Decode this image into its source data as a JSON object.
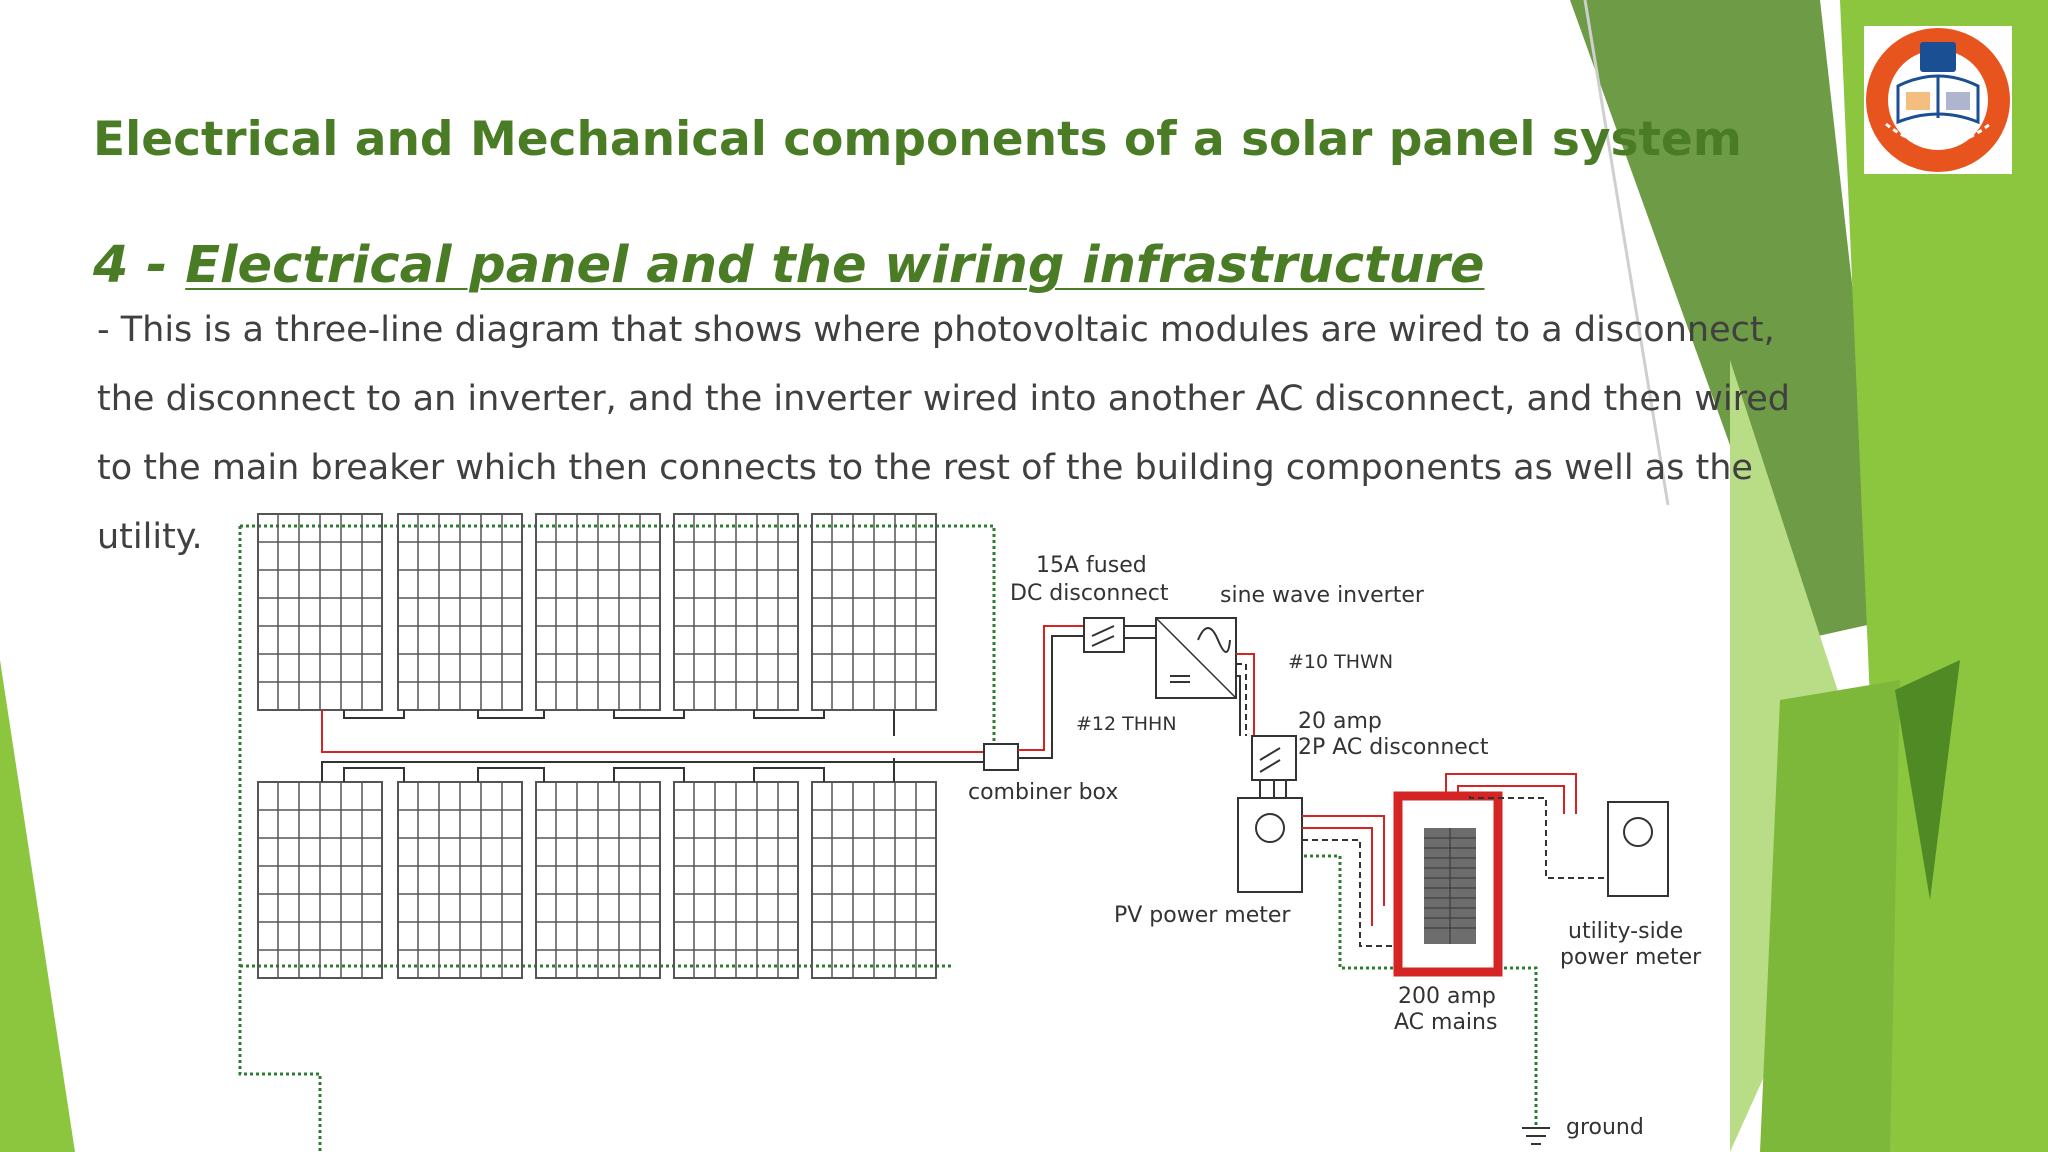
{
  "slide": {
    "title": "Electrical and Mechanical components of a solar panel system",
    "section_number": "4 -",
    "section_heading": "Electrical panel and the wiring infrastructure",
    "body_lines": [
      "- This is a three-line diagram that shows where photovoltaic modules are wired to a disconnect,",
      "the disconnect to an inverter, and the inverter wired into another AC disconnect, and then wired",
      "to the main breaker which then connects to the rest of the building components as well as the",
      "utility."
    ]
  },
  "logo": {
    "icon": "university-seal-icon",
    "colors": {
      "ring": "#e8541e",
      "inner": "#1a4f93",
      "background": "#ffffff"
    }
  },
  "diagram": {
    "labels": {
      "fused_disconnect_line1": "15A fused",
      "fused_disconnect_line2": "DC disconnect",
      "inverter": "sine wave inverter",
      "wire_10": "#10 THWN",
      "wire_12": "#12 THHN",
      "ac_disconnect_line1": "20 amp",
      "ac_disconnect_line2": "2P AC disconnect",
      "combiner_box": "combiner box",
      "pv_meter": "PV power meter",
      "utility_meter_line1": "utility-side",
      "utility_meter_line2": "power meter",
      "mains_line1": "200 amp",
      "mains_line2": "AC mains",
      "ground": "ground"
    },
    "colors": {
      "line": "#333333",
      "red": "#d42424",
      "green_dotted": "#2e7d32",
      "panel_grid": "#555555"
    }
  },
  "theme": {
    "title_color": "#4a7b25",
    "body_color": "#404040",
    "accent_greens": [
      "#8cc63f",
      "#6fa834",
      "#5a8e2c",
      "#b4d97a"
    ]
  }
}
